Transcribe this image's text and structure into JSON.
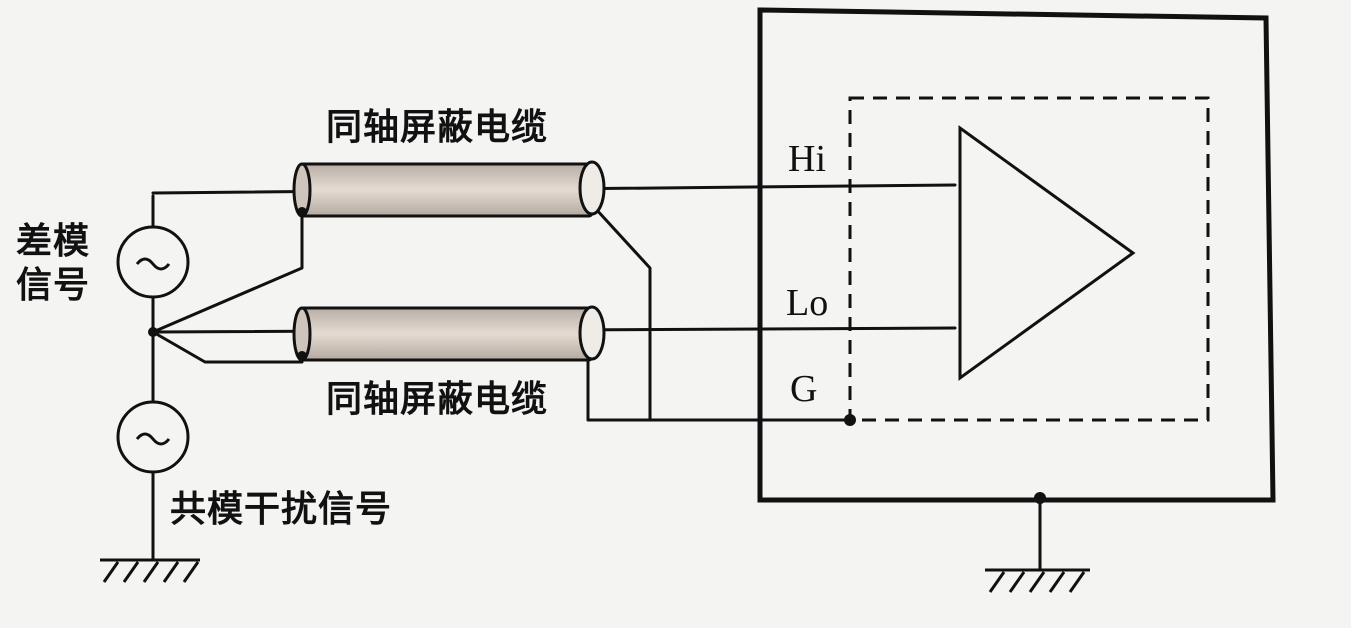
{
  "labels": {
    "cable_top": "同轴屏蔽电缆",
    "cable_bottom": "同轴屏蔽电缆",
    "diff_signal": "差模信号",
    "common_mode": "共模干扰信号",
    "hi": "Hi",
    "lo": "Lo",
    "g": "G"
  },
  "colors": {
    "line": "#111111",
    "cable_fill": "#d9cfc6",
    "background": "#f4f4f2"
  },
  "symbols": {
    "ac_source": "~"
  }
}
